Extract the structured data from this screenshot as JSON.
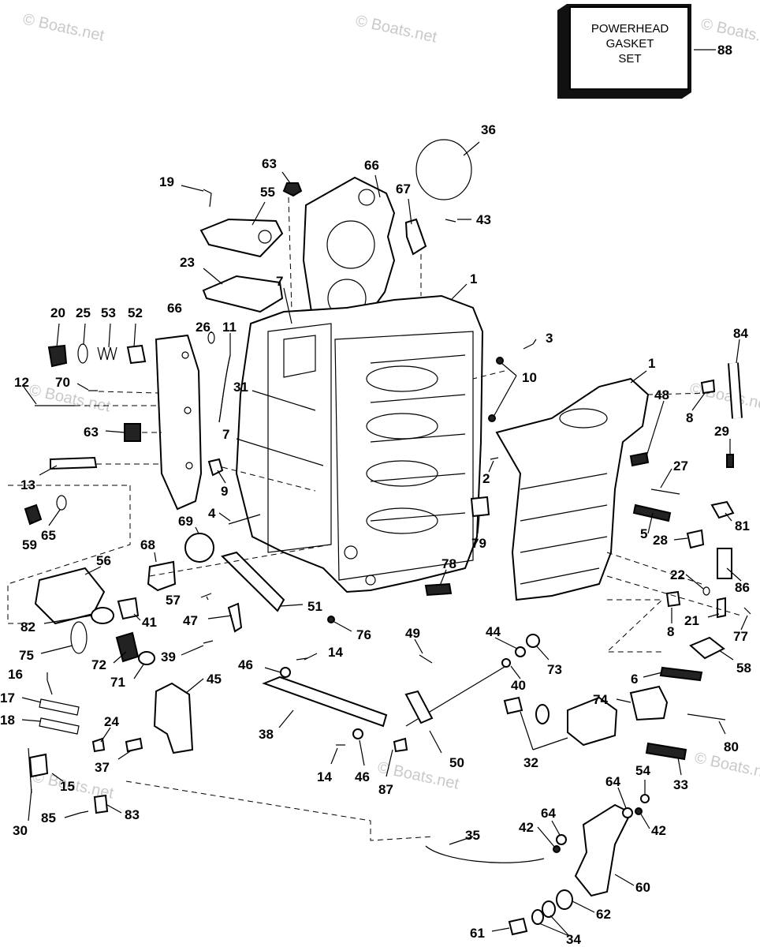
{
  "watermark": "© Boats.net",
  "gasket_box": {
    "lines": [
      "POWERHEAD",
      "GASKET",
      "SET"
    ],
    "callout": "88"
  },
  "callouts": [
    {
      "id": "36",
      "text": "36"
    },
    {
      "id": "66a",
      "text": "66"
    },
    {
      "id": "63a",
      "text": "63"
    },
    {
      "id": "19",
      "text": "19"
    },
    {
      "id": "55",
      "text": "55"
    },
    {
      "id": "67",
      "text": "67"
    },
    {
      "id": "43",
      "text": "43"
    },
    {
      "id": "23",
      "text": "23"
    },
    {
      "id": "7a",
      "text": "7"
    },
    {
      "id": "1a",
      "text": "1"
    },
    {
      "id": "20",
      "text": "20"
    },
    {
      "id": "25",
      "text": "25"
    },
    {
      "id": "53",
      "text": "53"
    },
    {
      "id": "52",
      "text": "52"
    },
    {
      "id": "66b",
      "text": "66"
    },
    {
      "id": "26",
      "text": "26"
    },
    {
      "id": "11",
      "text": "11"
    },
    {
      "id": "3",
      "text": "3"
    },
    {
      "id": "84",
      "text": "84"
    },
    {
      "id": "1b",
      "text": "1"
    },
    {
      "id": "10",
      "text": "10"
    },
    {
      "id": "12",
      "text": "12"
    },
    {
      "id": "70",
      "text": "70"
    },
    {
      "id": "31",
      "text": "31"
    },
    {
      "id": "48",
      "text": "48"
    },
    {
      "id": "8a",
      "text": "8"
    },
    {
      "id": "63b",
      "text": "63"
    },
    {
      "id": "7b",
      "text": "7"
    },
    {
      "id": "29",
      "text": "29"
    },
    {
      "id": "13",
      "text": "13"
    },
    {
      "id": "9",
      "text": "9"
    },
    {
      "id": "2",
      "text": "2"
    },
    {
      "id": "27",
      "text": "27"
    },
    {
      "id": "59",
      "text": "59"
    },
    {
      "id": "65",
      "text": "65"
    },
    {
      "id": "4",
      "text": "4"
    },
    {
      "id": "79",
      "text": "79"
    },
    {
      "id": "5",
      "text": "5"
    },
    {
      "id": "81",
      "text": "81"
    },
    {
      "id": "69",
      "text": "69"
    },
    {
      "id": "28",
      "text": "28"
    },
    {
      "id": "68",
      "text": "68"
    },
    {
      "id": "56",
      "text": "56"
    },
    {
      "id": "22",
      "text": "22"
    },
    {
      "id": "86",
      "text": "86"
    },
    {
      "id": "78",
      "text": "78"
    },
    {
      "id": "57",
      "text": "57"
    },
    {
      "id": "47",
      "text": "47"
    },
    {
      "id": "51",
      "text": "51"
    },
    {
      "id": "21",
      "text": "21"
    },
    {
      "id": "82",
      "text": "82"
    },
    {
      "id": "41",
      "text": "41"
    },
    {
      "id": "76",
      "text": "76"
    },
    {
      "id": "8b",
      "text": "8"
    },
    {
      "id": "77",
      "text": "77"
    },
    {
      "id": "49",
      "text": "49"
    },
    {
      "id": "44",
      "text": "44"
    },
    {
      "id": "14a",
      "text": "14"
    },
    {
      "id": "75",
      "text": "75"
    },
    {
      "id": "39",
      "text": "39"
    },
    {
      "id": "72",
      "text": "72"
    },
    {
      "id": "73",
      "text": "73"
    },
    {
      "id": "58",
      "text": "58"
    },
    {
      "id": "46a",
      "text": "46"
    },
    {
      "id": "71",
      "text": "71"
    },
    {
      "id": "40",
      "text": "40"
    },
    {
      "id": "16",
      "text": "16"
    },
    {
      "id": "45",
      "text": "45"
    },
    {
      "id": "6",
      "text": "6"
    },
    {
      "id": "17",
      "text": "17"
    },
    {
      "id": "74",
      "text": "74"
    },
    {
      "id": "18",
      "text": "18"
    },
    {
      "id": "24",
      "text": "24"
    },
    {
      "id": "38",
      "text": "38"
    },
    {
      "id": "80",
      "text": "80"
    },
    {
      "id": "32",
      "text": "32"
    },
    {
      "id": "37",
      "text": "37"
    },
    {
      "id": "50",
      "text": "50"
    },
    {
      "id": "14b",
      "text": "14"
    },
    {
      "id": "46b",
      "text": "46"
    },
    {
      "id": "15",
      "text": "15"
    },
    {
      "id": "87",
      "text": "87"
    },
    {
      "id": "33",
      "text": "33"
    },
    {
      "id": "54",
      "text": "54"
    },
    {
      "id": "64a",
      "text": "64"
    },
    {
      "id": "30",
      "text": "30"
    },
    {
      "id": "85",
      "text": "85"
    },
    {
      "id": "83",
      "text": "83"
    },
    {
      "id": "64b",
      "text": "64"
    },
    {
      "id": "42a",
      "text": "42"
    },
    {
      "id": "42b",
      "text": "42"
    },
    {
      "id": "35",
      "text": "35"
    },
    {
      "id": "60",
      "text": "60"
    },
    {
      "id": "62",
      "text": "62"
    },
    {
      "id": "61",
      "text": "61"
    },
    {
      "id": "34",
      "text": "34"
    }
  ]
}
